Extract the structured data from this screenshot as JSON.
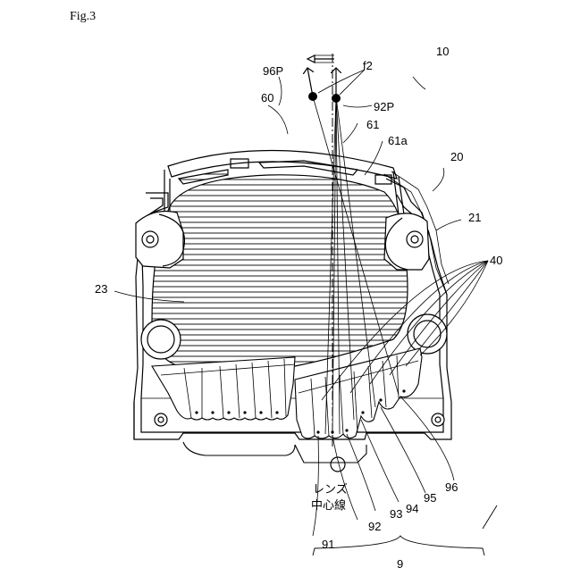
{
  "figure": {
    "title": "Fig.3",
    "labels": {
      "ref_10": "10",
      "ref_20": "20",
      "ref_21": "21",
      "ref_23": "23",
      "ref_40": "40",
      "ref_60": "60",
      "ref_61": "61",
      "ref_61a": "61a",
      "ref_96P": "96P",
      "ref_92P": "92P",
      "ref_f2": "f2",
      "ref_91": "91",
      "ref_92": "92",
      "ref_93": "93",
      "ref_94": "94",
      "ref_95": "95",
      "ref_96": "96",
      "ref_9": "9",
      "lens_center_line_1": "レンズ",
      "lens_center_line_2": "中心線"
    }
  }
}
